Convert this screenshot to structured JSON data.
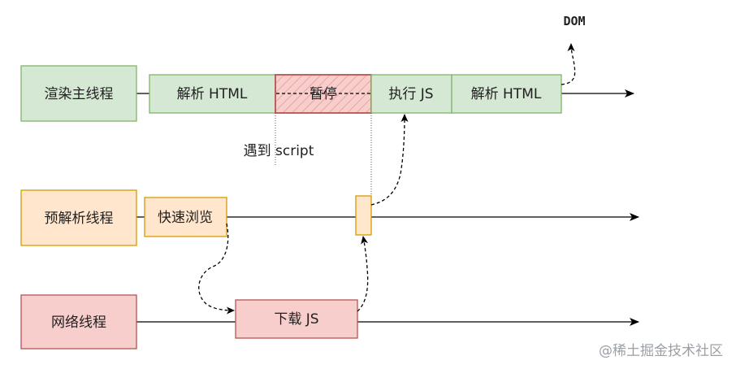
{
  "threads": {
    "main_label": "渲染主线程",
    "preparse_label": "预解析线程",
    "network_label": "网络线程"
  },
  "main_track": {
    "parse_html_1": "解析 HTML",
    "pause": "暂停",
    "exec_js": "执行 JS",
    "parse_html_2": "解析 HTML"
  },
  "preparse_track": {
    "quick_scan": "快速浏览"
  },
  "network_track": {
    "download_js": "下载 JS"
  },
  "annotations": {
    "meet_script": "遇到 script",
    "dom_label": "DOM"
  },
  "watermark": "@稀土掘金技术社区",
  "colors": {
    "green_fill": "#d5e8d4",
    "green_stroke": "#82b366",
    "orange_fill": "#ffe6cc",
    "orange_stroke": "#d79b00",
    "red_fill": "#f8cecc",
    "red_stroke": "#b85450"
  }
}
